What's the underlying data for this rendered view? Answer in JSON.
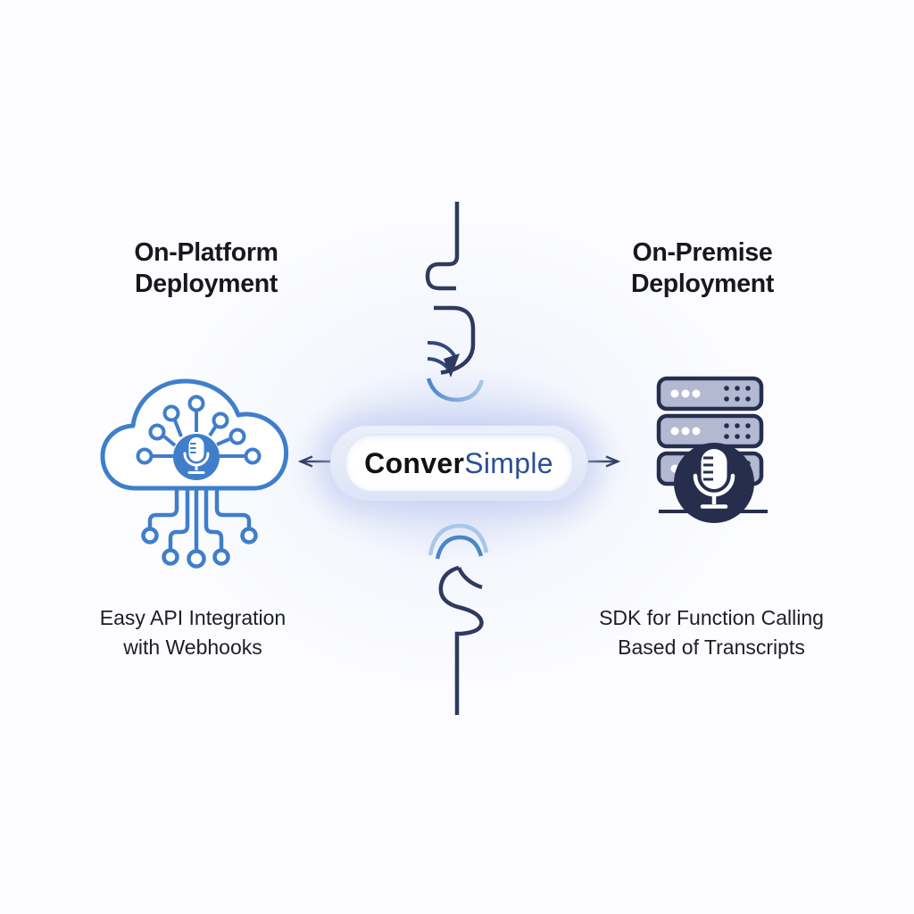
{
  "logo": {
    "text_primary": "Conver",
    "text_accent": "Simple"
  },
  "left_column": {
    "heading_line1": "On-Platform",
    "heading_line2": "Deployment",
    "caption_line1": "Easy API Integration",
    "caption_line2": "with Webhooks",
    "icon": "cloud-voice-network-icon"
  },
  "right_column": {
    "heading_line1": "On-Premise",
    "heading_line2": "Deployment",
    "caption_line1": "SDK for Function Calling",
    "caption_line2": "Based of Transcripts",
    "icon": "server-stack-voice-icon"
  },
  "decorations": {
    "top_flow_line": "abstract-curved-line",
    "bottom_flow_line": "abstract-curved-line",
    "left_arrow": "arrow-pointing-left",
    "right_arrow": "arrow-pointing-right"
  },
  "colors": {
    "cloud_blue": "#3f7ecb",
    "deep_navy": "#272e4d",
    "line_navy": "#2e3a60",
    "arc_light_blue": "#a9c6ea",
    "arc_mid_blue": "#4a86c8",
    "server_fill": "#b4b9d2",
    "logo_primary": "#121212",
    "logo_accent": "#2b4f93",
    "pill_glow": "#c9d4f1"
  }
}
